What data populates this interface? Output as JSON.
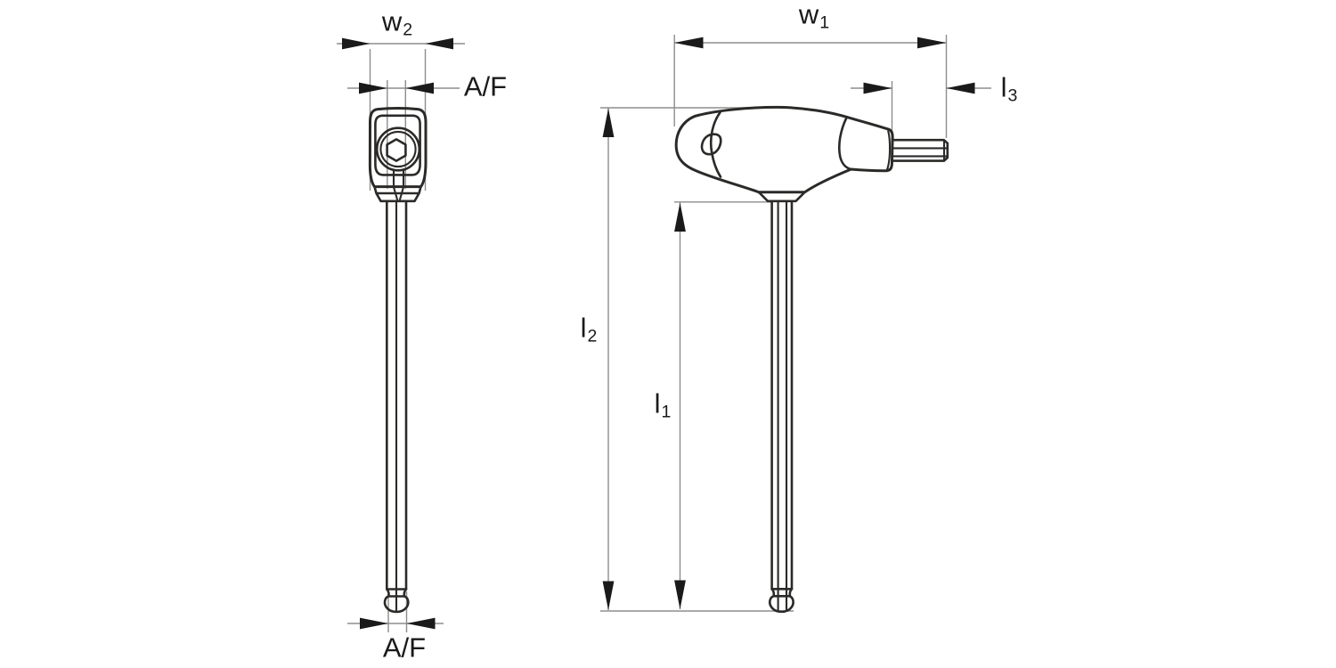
{
  "labels": {
    "w2": {
      "base": "w",
      "sub": "2"
    },
    "af_top": {
      "text": "A/F"
    },
    "af_bottom": {
      "text": "A/F"
    },
    "w1": {
      "base": "w",
      "sub": "1"
    },
    "l3": {
      "base": "l",
      "sub": "3"
    },
    "l2": {
      "base": "l",
      "sub": "2"
    },
    "l1": {
      "base": "l",
      "sub": "1"
    }
  },
  "colors": {
    "background": "#ffffff",
    "outline": "#2b2a28",
    "dimension_line": "#8d8d8d",
    "arrowhead": "#1a1a1a",
    "label_text": "#1a1a1a"
  }
}
